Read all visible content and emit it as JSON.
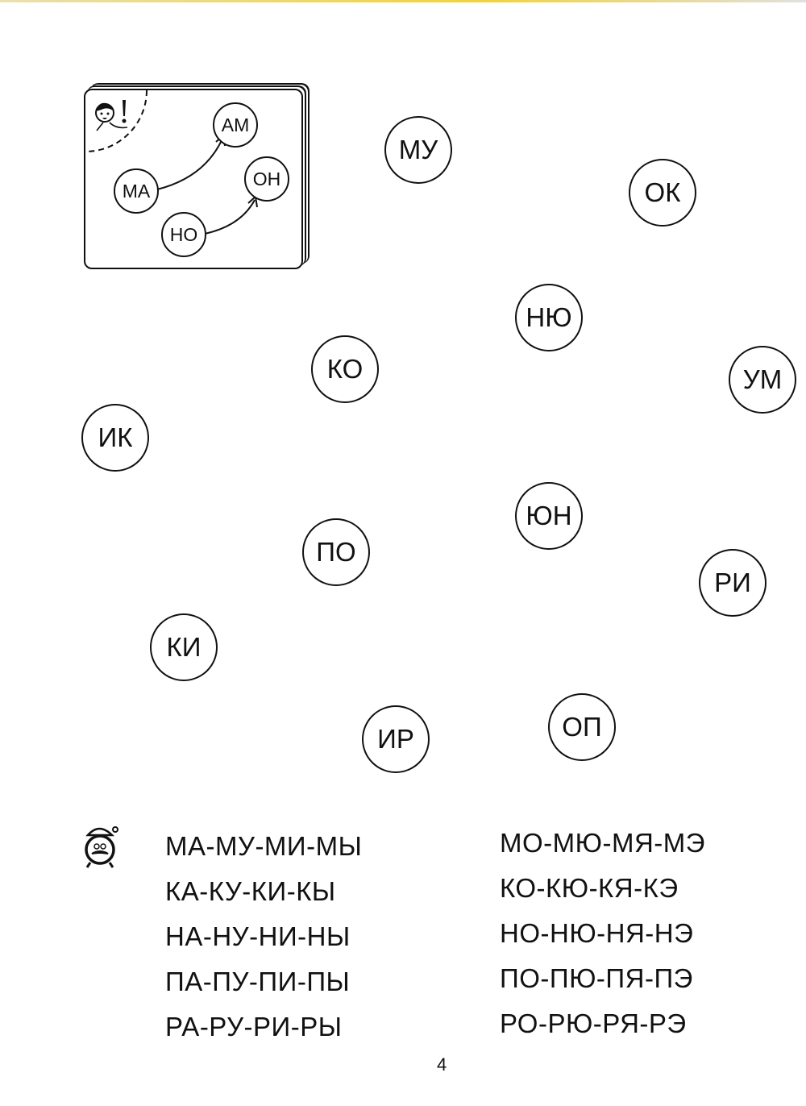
{
  "example": {
    "circles": [
      "АМ",
      "МА",
      "ОН",
      "НО"
    ]
  },
  "syllable_circles": [
    "МУ",
    "ОК",
    "НЮ",
    "КО",
    "УМ",
    "ИК",
    "ЮН",
    "ПО",
    "РИ",
    "КИ",
    "ИР",
    "ОП"
  ],
  "reading_columns": {
    "left": [
      "МА-МУ-МИ-МЫ",
      "КА-КУ-КИ-КЫ",
      "НА-НУ-НИ-НЫ",
      "ПА-ПУ-ПИ-ПЫ",
      "РА-РУ-РИ-РЫ"
    ],
    "right": [
      "МО-МЮ-МЯ-МЭ",
      "КО-КЮ-КЯ-КЭ",
      "НО-НЮ-НЯ-НЭ",
      "ПО-ПЮ-ПЯ-ПЭ",
      "РО-РЮ-РЯ-РЭ"
    ]
  },
  "page_number": "4"
}
